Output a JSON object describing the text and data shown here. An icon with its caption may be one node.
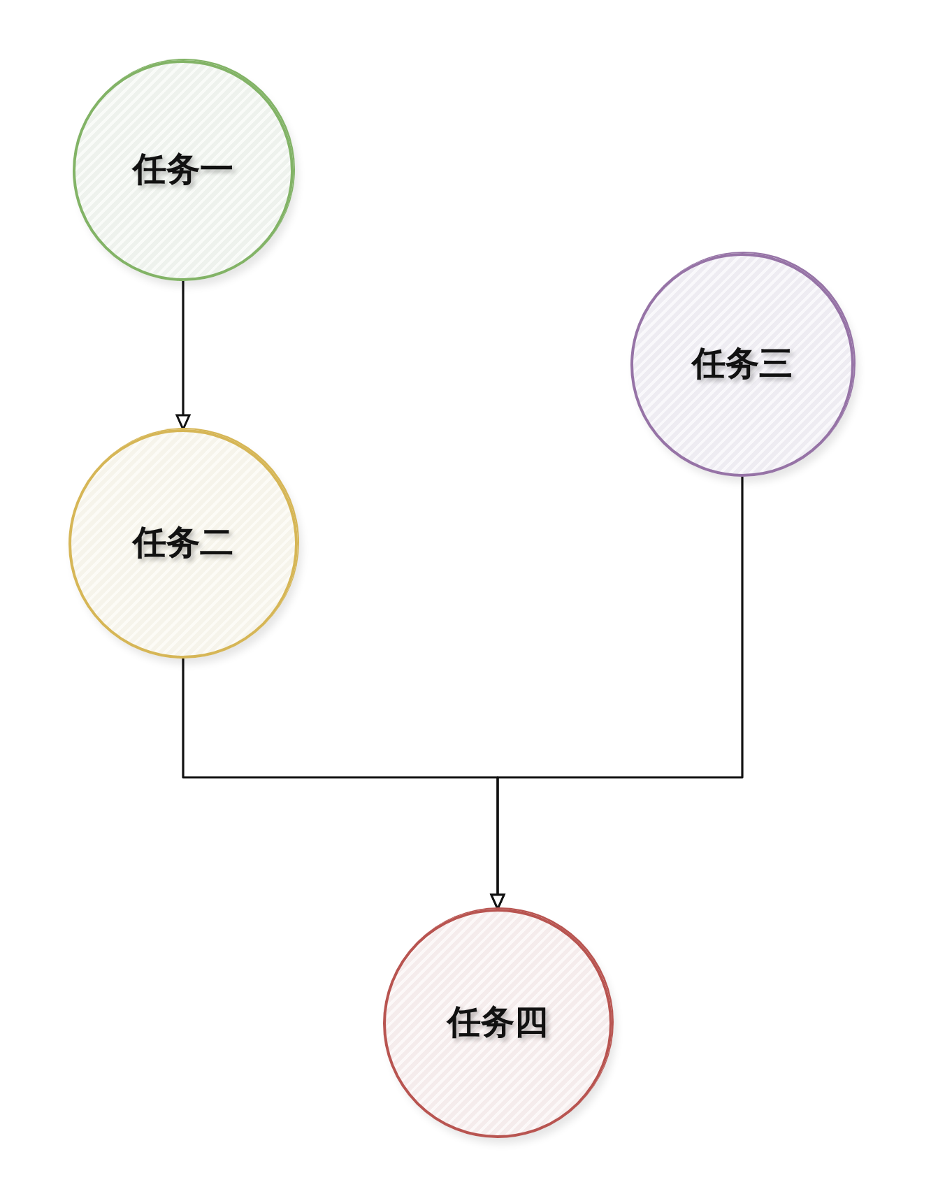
{
  "diagram": {
    "nodes": [
      {
        "text": [
          "任务一"
        ]
      },
      {
        "text": [
          "任务二"
        ]
      },
      {
        "text": [
          "任务三"
        ]
      },
      {
        "text": [
          "任务四"
        ]
      }
    ],
    "edges": [
      {
        "from": 0,
        "to": 1,
        "arrow": "to"
      },
      {
        "from": 1,
        "to": 3,
        "arrow": "to"
      },
      {
        "from": 2,
        "to": 3,
        "arrow": "to"
      }
    ]
  }
}
